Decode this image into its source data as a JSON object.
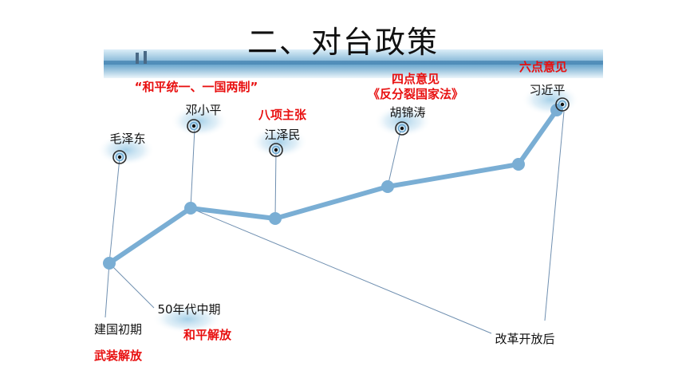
{
  "title": "二、对台政策",
  "leaders": {
    "mao": "毛泽东",
    "deng": "邓小平",
    "jiang": "江泽民",
    "hu": "胡锦涛",
    "xi": "习近平"
  },
  "periods": {
    "early": "建国初期",
    "mid50s": "50年代中期",
    "reform": "改革开放后"
  },
  "policies": {
    "armed": "武装解放",
    "peaceful": "和平解放",
    "one_country": "“和平统一、一国两制”",
    "eight_points": "八项主张",
    "four_points": "四点意见",
    "anti_secession": "《反分裂国家法》",
    "six_points": "六点意见"
  },
  "colors": {
    "line": "#7aaed4",
    "thin_line": "#6f8fb0",
    "accent": "#e81010"
  }
}
